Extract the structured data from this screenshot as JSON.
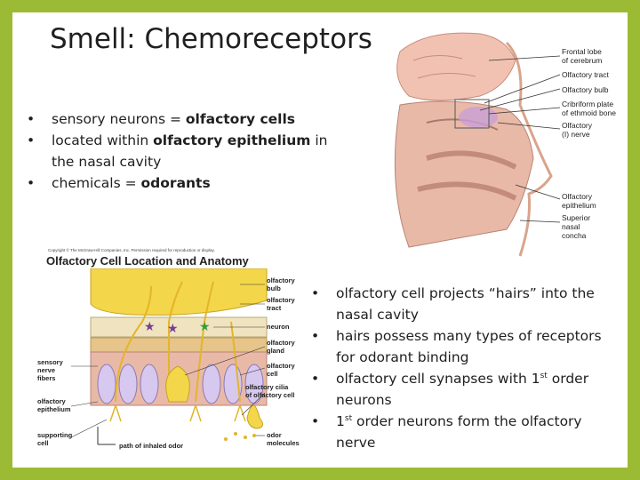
{
  "title": "Smell: Chemoreceptors",
  "top_bullets": {
    "b1_pre": "sensory neurons = ",
    "b1_bold": "olfactory cells",
    "b2_pre": "located within ",
    "b2_bold": "olfactory epithelium",
    "b2_post": " in the nasal cavity",
    "b3_pre": "chemicals = ",
    "b3_bold": "odorants"
  },
  "bottom_bullets": {
    "b1": "olfactory cell projects “hairs” into the nasal cavity",
    "b2": "hairs possess many types of receptors for odorant binding",
    "b3_pre": "olfactory cell synapses with 1",
    "b3_sup": "st",
    "b3_post": " order neurons",
    "b4_sup": "st",
    "b4_pre": "1",
    "b4_post": " order neurons form the olfactory nerve"
  },
  "head_figure": {
    "labels": [
      "Frontal lobe of cerebrum",
      "Olfactory tract",
      "Olfactory bulb",
      "Cribriform plate of ethmoid bone",
      "Olfactory (I) nerve",
      "Olfactory epithelium",
      "Superior nasal concha"
    ]
  },
  "cell_figure": {
    "copyright": "Copyright © The McGraw-Hill Companies, Inc. Permission required for reproduction or display.",
    "heading": "Olfactory Cell Location and Anatomy",
    "right_labels": [
      "olfactory bulb",
      "olfactory tract",
      "neuron",
      "olfactory gland",
      "olfactory cell",
      "olfactory cilia of olfactory cell",
      "odor molecules"
    ],
    "left_labels": [
      "sensory nerve fibers",
      "olfactory epithelium",
      "supporting cell"
    ],
    "bottom_label": "path of inhaled odor"
  },
  "colors": {
    "background": "#9bbb34",
    "cell_yellow": "#f3d64a",
    "tissue_pink": "#e9b9a8"
  }
}
